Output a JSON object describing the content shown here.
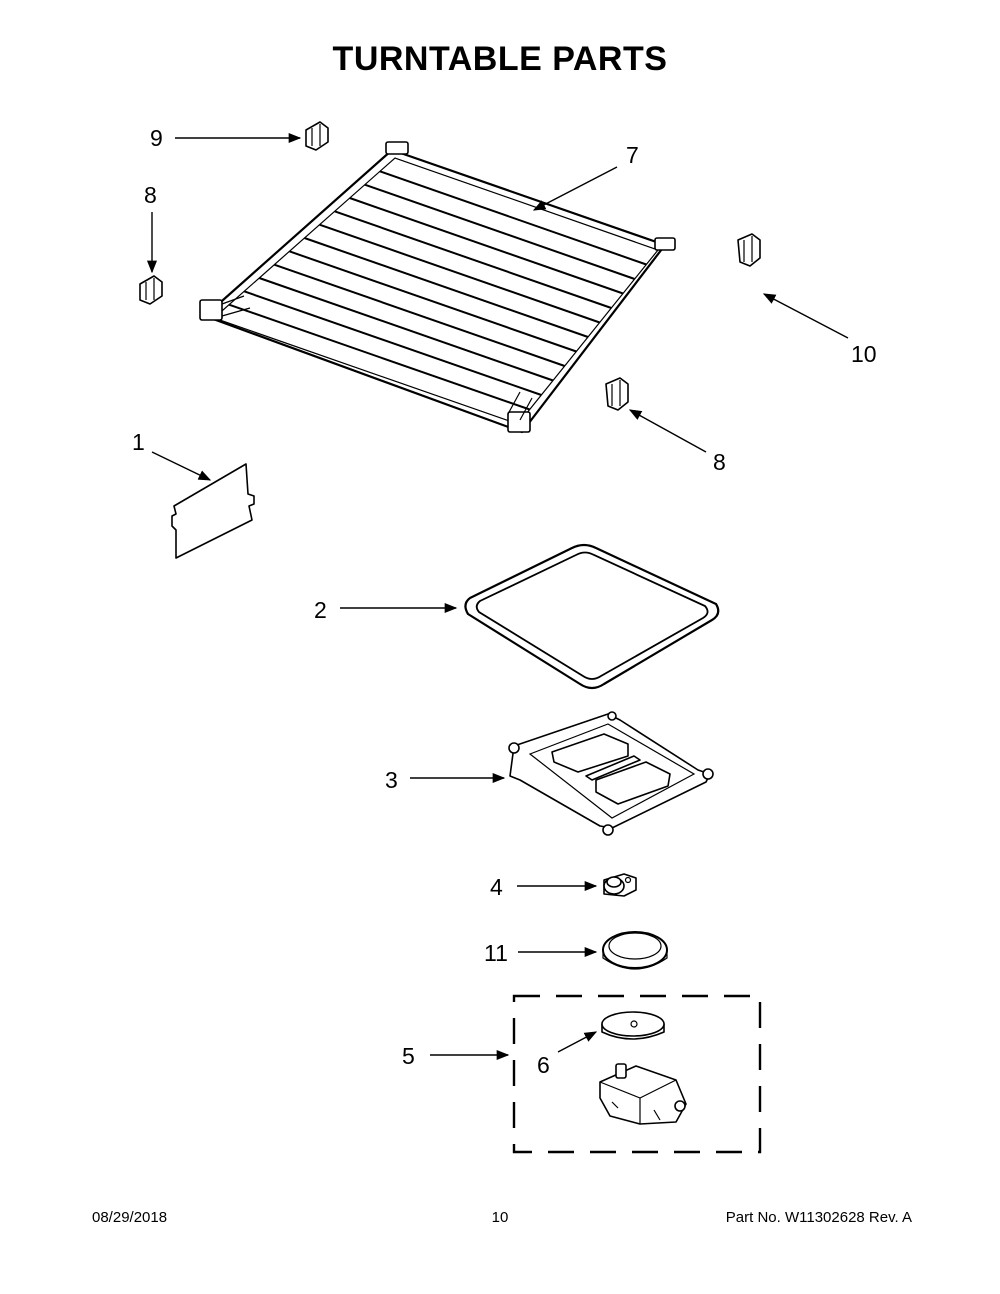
{
  "title": "TURNTABLE PARTS",
  "callouts": {
    "c1": "1",
    "c2": "2",
    "c3": "3",
    "c4": "4",
    "c5": "5",
    "c6": "6",
    "c7": "7",
    "c8a": "8",
    "c8b": "8",
    "c9": "9",
    "c10": "10",
    "c11": "11"
  },
  "footer": {
    "date": "08/29/2018",
    "page": "10",
    "part": "Part No.  W11302628  Rev.  A"
  }
}
